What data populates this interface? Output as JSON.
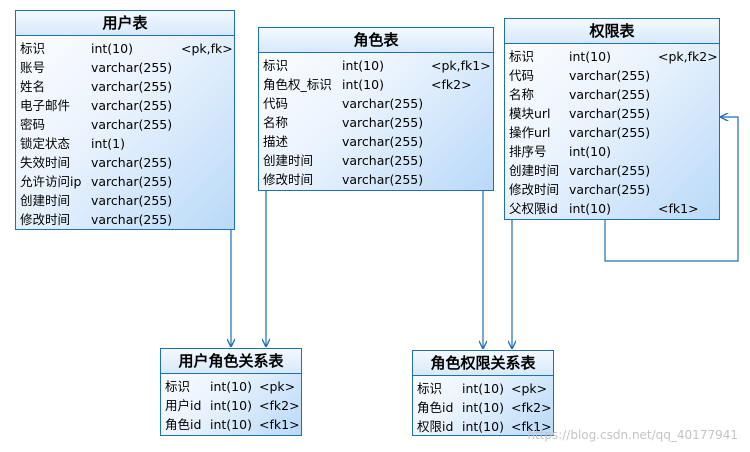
{
  "entities": [
    {
      "id": "user",
      "title": "用户表",
      "rows": [
        {
          "name": "标识",
          "type": "int(10)",
          "key": "<pk,fk>"
        },
        {
          "name": "账号",
          "type": "varchar(255)",
          "key": ""
        },
        {
          "name": "姓名",
          "type": "varchar(255)",
          "key": ""
        },
        {
          "name": "电子邮件",
          "type": "varchar(255)",
          "key": ""
        },
        {
          "name": "密码",
          "type": "varchar(255)",
          "key": ""
        },
        {
          "name": "锁定状态",
          "type": "int(1)",
          "key": ""
        },
        {
          "name": "失效时间",
          "type": "varchar(255)",
          "key": ""
        },
        {
          "name": "允许访问ip",
          "type": "varchar(255)",
          "key": ""
        },
        {
          "name": "创建时间",
          "type": "varchar(255)",
          "key": ""
        },
        {
          "name": "修改时间",
          "type": "varchar(255)",
          "key": ""
        }
      ]
    },
    {
      "id": "role",
      "title": "角色表",
      "rows": [
        {
          "name": "标识",
          "type": "int(10)",
          "key": "<pk,fk1>"
        },
        {
          "name": "角色权_标识",
          "type": "int(10)",
          "key": "<fk2>"
        },
        {
          "name": "代码",
          "type": "varchar(255)",
          "key": ""
        },
        {
          "name": "名称",
          "type": "varchar(255)",
          "key": ""
        },
        {
          "name": "描述",
          "type": "varchar(255)",
          "key": ""
        },
        {
          "name": "创建时间",
          "type": "varchar(255)",
          "key": ""
        },
        {
          "name": "修改时间",
          "type": "varchar(255)",
          "key": ""
        }
      ]
    },
    {
      "id": "permission",
      "title": "权限表",
      "rows": [
        {
          "name": "标识",
          "type": "int(10)",
          "key": "<pk,fk2>"
        },
        {
          "name": "代码",
          "type": "varchar(255)",
          "key": ""
        },
        {
          "name": "名称",
          "type": "varchar(255)",
          "key": ""
        },
        {
          "name": "模块url",
          "type": "varchar(255)",
          "key": ""
        },
        {
          "name": "操作url",
          "type": "varchar(255)",
          "key": ""
        },
        {
          "name": "排序号",
          "type": "int(10)",
          "key": ""
        },
        {
          "name": "创建时间",
          "type": "varchar(255)",
          "key": ""
        },
        {
          "name": "修改时间",
          "type": "varchar(255)",
          "key": ""
        },
        {
          "name": "父权限id",
          "type": "int(10)",
          "key": "<fk1>"
        }
      ]
    },
    {
      "id": "user_role",
      "title": "用户角色关系表",
      "rows": [
        {
          "name": "标识",
          "type": "int(10)",
          "key": "<pk>"
        },
        {
          "name": "用户id",
          "type": "int(10)",
          "key": "<fk2>"
        },
        {
          "name": "角色id",
          "type": "int(10)",
          "key": "<fk1>"
        }
      ]
    },
    {
      "id": "role_permission",
      "title": "角色权限关系表",
      "rows": [
        {
          "name": "标识",
          "type": "int(10)",
          "key": "<pk>"
        },
        {
          "name": "角色id",
          "type": "int(10)",
          "key": "<fk2>"
        },
        {
          "name": "权限id",
          "type": "int(10)",
          "key": "<fk1>"
        }
      ]
    }
  ],
  "watermark": "https://blog.csdn.net/qq_40177941"
}
